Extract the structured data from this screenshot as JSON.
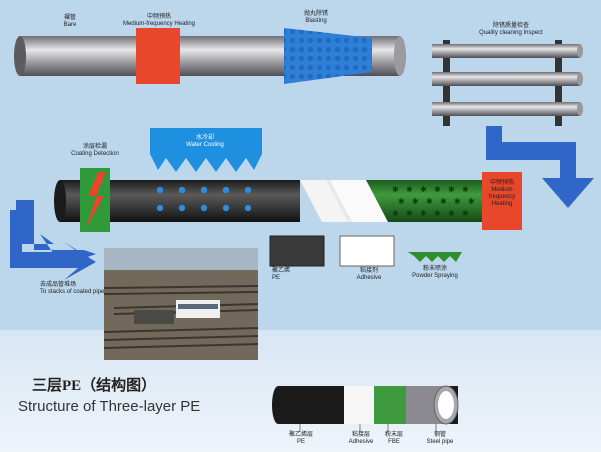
{
  "process": {
    "bare": {
      "cn": "裸管",
      "en": "Bare"
    },
    "heating1": {
      "cn": "中频预热",
      "en": "Medium-frequency  Heating"
    },
    "blasting": {
      "cn": "抛丸除锈",
      "en": "Blasting"
    },
    "quality": {
      "cn": "除锈质量检查",
      "en": "Quality cleaning Inspect"
    },
    "coating_detection": {
      "cn": "涂层检漏",
      "en": "Coating Detection"
    },
    "water_cooling": {
      "cn": "水冷却",
      "en": "Water Cooling"
    },
    "heating2": {
      "cn": "中频预热",
      "en": "Medium-frequency Heating",
      "en_lines": [
        "Medium",
        "frequency",
        "Heating"
      ]
    },
    "stacks": {
      "cn": "去成品管堆场",
      "en": "To stacks of coated pipe"
    },
    "pe": {
      "cn": "聚乙烯",
      "en": "PE"
    },
    "adhesive": {
      "cn": "粘接剂",
      "en": "Adhesive"
    },
    "powder": {
      "cn": "粉末喷涂",
      "en": "Powder Spraying"
    }
  },
  "structure": {
    "title_cn": "三层PE（结构图）",
    "title_en": "Structure of  Three-layer  PE",
    "layers": [
      {
        "cn": "聚乙烯层",
        "en": "PE",
        "color": "#1a1a1a"
      },
      {
        "cn": "粘接层",
        "en": "Adhesive",
        "color": "#ffffff"
      },
      {
        "cn": "粉末层",
        "en": "FBE",
        "color": "#3f9a3f"
      },
      {
        "cn": "钢管",
        "en": "Steel pipe",
        "color": "#9a9aa2"
      }
    ]
  },
  "colors": {
    "background": "#bcd6ec",
    "arrow_blue": "#2f66c8",
    "heating_red": "#e8472b",
    "blasting_blue": "#2e7fd6",
    "detector_green": "#2e9a3a",
    "pe_black": "#2a2a2a",
    "fbe_green": "#2d7a2d"
  }
}
